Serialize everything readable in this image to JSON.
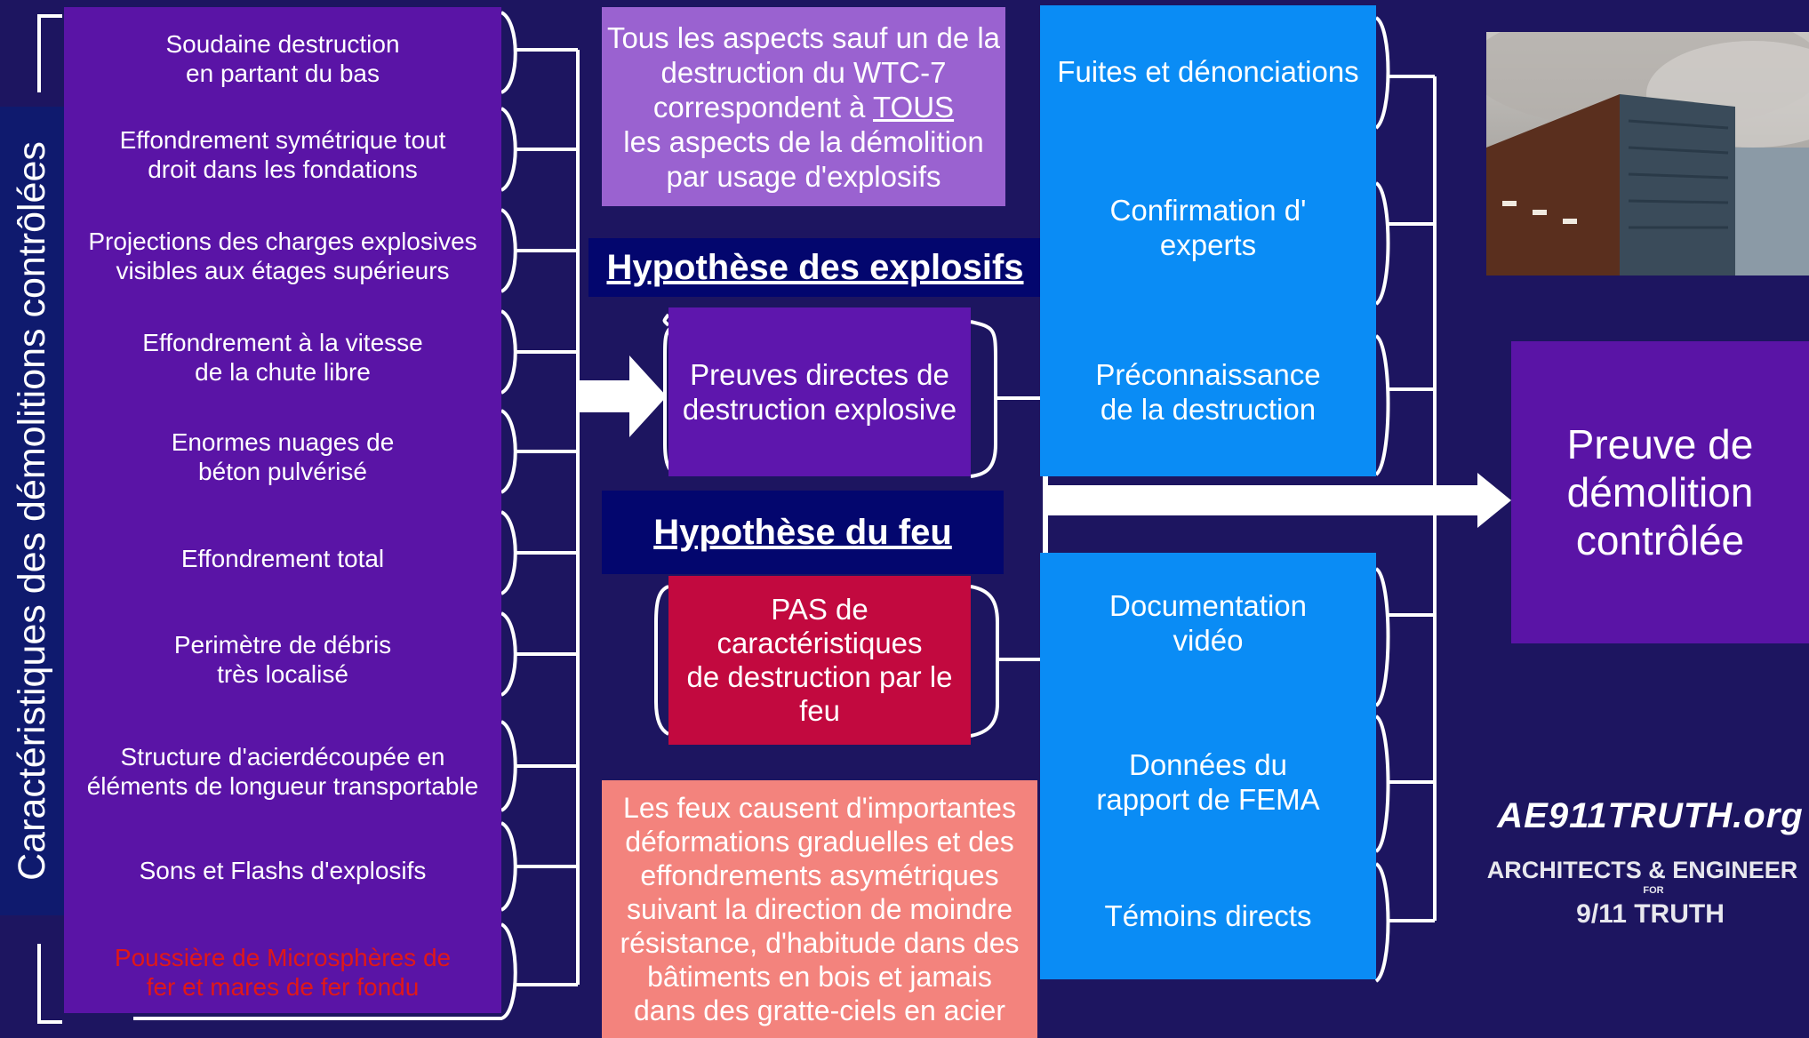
{
  "side_label": "Caractéristiques des démolitions contrôlées",
  "features": [
    {
      "lines": [
        "Soudaine destruction",
        "en partant du bas"
      ]
    },
    {
      "lines": [
        "Effondrement symétrique tout",
        "droit dans les fondations"
      ]
    },
    {
      "lines": [
        "Projections des charges explosives",
        "visibles aux étages supérieurs"
      ]
    },
    {
      "lines": [
        "Effondrement à la vitesse",
        "de la chute libre"
      ]
    },
    {
      "lines": [
        "Enormes nuages de",
        "béton pulvérisé"
      ]
    },
    {
      "lines": [
        "Effondrement total"
      ]
    },
    {
      "lines": [
        "Perimètre de débris",
        "très localisé"
      ]
    },
    {
      "lines": [
        "Structure d'acierdécoupée en",
        "éléments de longueur transportable"
      ]
    },
    {
      "lines": [
        "Sons et Flashs d'explosifs"
      ]
    },
    {
      "lines": [
        "Poussière de Microsphères de",
        "fer et mares de fer fondu"
      ],
      "color": "#e01818"
    }
  ],
  "callout_top": {
    "line1": "Tous les aspects sauf un de la",
    "line2": "destruction du WTC-7",
    "line3_prefix": "correspondent à ",
    "line3_emph": "TOUS",
    "line4": "les aspects de la démolition",
    "line5": "par usage d'explosifs"
  },
  "hypothesis_explosives": "Hypothèse des explosifs",
  "box_explosives": {
    "line1": "Preuves directes de",
    "line2": "destruction explosive"
  },
  "hypothesis_fire": "Hypothèse du feu",
  "box_fire": {
    "line1": "PAS de",
    "line2": "caractéristiques",
    "line3": "de destruction par le",
    "line4": "feu"
  },
  "callout_bottom": {
    "lines": [
      "Les feux causent d'importantes",
      "déformations graduelles et des",
      "effondrements asymétriques",
      "suivant la direction de moindre",
      "résistance, d'habitude dans des",
      "bâtiments en bois et jamais",
      "dans des gratte-ciels en acier"
    ]
  },
  "evidence": [
    {
      "lines": [
        "Fuites et dénonciations"
      ]
    },
    {
      "lines": [
        "Confirmation d'",
        "experts"
      ]
    },
    {
      "lines": [
        "Préconnaissance",
        "de la destruction"
      ]
    },
    {
      "lines": [
        "Documentation",
        "vidéo"
      ]
    },
    {
      "lines": [
        "Données du",
        "rapport de  FEMA"
      ]
    },
    {
      "lines": [
        "Témoins directs"
      ]
    }
  ],
  "result": {
    "line1": "Preuve de",
    "line2": "démolition",
    "line3": "contrôlée"
  },
  "logo": {
    "main": "AE911TRUTH.org",
    "sub": "ARCHITECTS & ENGINEER",
    "for": "FOR",
    "truth": "9/11 TRUTH"
  },
  "colors": {
    "background": "#1d1560",
    "purple": "#5a14a6",
    "blue": "#0a8cf5",
    "red": "#c2093f",
    "salmon": "#f3837d",
    "lavender": "#9a62d0",
    "navy": "#03066e"
  }
}
